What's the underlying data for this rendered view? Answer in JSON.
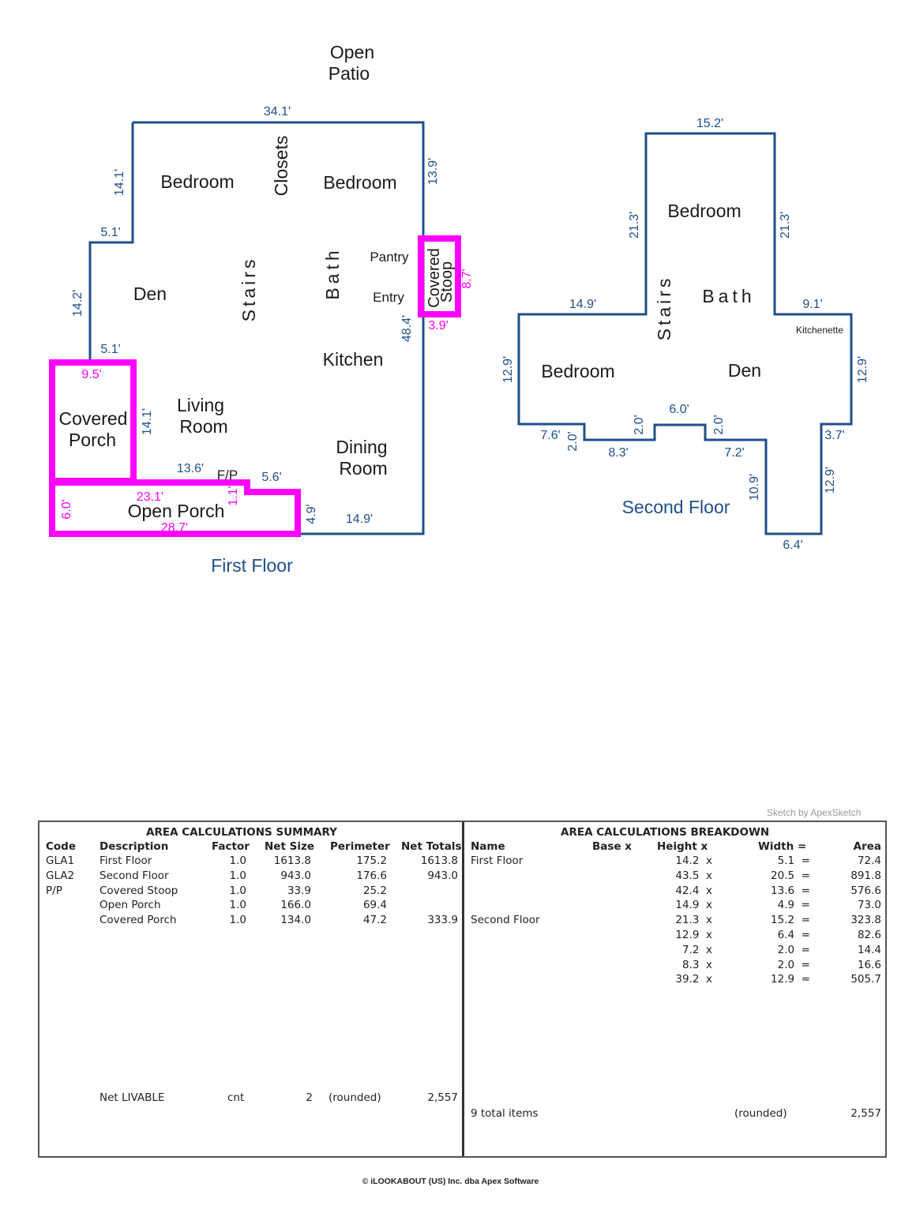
{
  "colors": {
    "wall": "#1f4e8a",
    "outdoor": "#ff00ff",
    "room_text": "#1a1a1a",
    "dim_text": "#1f4e8a"
  },
  "plan": {
    "open_patio": [
      "Open",
      "Patio"
    ],
    "first_floor": {
      "caption": "First Floor",
      "rooms": {
        "bedroom_left": "Bedroom",
        "closets": "Closets",
        "bedroom_right": "Bedroom",
        "den": "Den",
        "stairs": "Stairs",
        "bath": "Bath",
        "pantry": "Pantry",
        "entry": "Entry",
        "kitchen": "Kitchen",
        "living": [
          "Living",
          "Room"
        ],
        "dining": [
          "Dining",
          "Room"
        ],
        "fp": "F/P"
      },
      "outdoor": {
        "covered_porch": [
          "Covered",
          "Porch"
        ],
        "open_porch": "Open Porch",
        "covered_stoop": [
          "Covered",
          "Stoop"
        ]
      },
      "dims": {
        "top": "34.1'",
        "right_top": "13.9'",
        "left_top": "14.1'",
        "step_top": "5.1'",
        "left_mid": "14.2'",
        "step_mid": "5.1'",
        "right_long": "48.4'",
        "left_porch": "14.1'",
        "fp_left": "13.6'",
        "fp_right": "5.6'",
        "bottom_right": "14.9'",
        "bottom_left": "4.9'"
      },
      "outdoor_dims": {
        "porch_top": "9.5'",
        "open_left": "6.0'",
        "open_top": "23.1'",
        "open_bottom": "28.7'",
        "open_step": "1.1'",
        "stoop_right": "8.7'",
        "stoop_bottom": "3.9'"
      }
    },
    "second_floor": {
      "caption": "Second Floor",
      "rooms": {
        "bedroom_top": "Bedroom",
        "stairs": "Stairs",
        "bath": "Bath",
        "kitchenette": "Kitchenette",
        "bedroom_left": "Bedroom",
        "den": "Den"
      },
      "dims": {
        "top": "15.2'",
        "left_up": "21.3'",
        "right_up": "21.3'",
        "ledge_left": "14.9'",
        "ledge_right": "9.1'",
        "far_left": "12.9'",
        "far_right": "12.9'",
        "b1": "7.6'",
        "b1v": "2.0'",
        "b2": "8.3'",
        "b2v": "2.0'",
        "b3": "6.0'",
        "b4v": "2.0'",
        "b4": "7.2'",
        "tail_left": "10.9'",
        "tail_bottom": "6.4'",
        "tail_right": "12.9'",
        "step_right": "3.7'"
      }
    }
  },
  "credit": "Sketch by ApexSketch",
  "summary": {
    "title": "AREA CALCULATIONS SUMMARY",
    "headers": [
      "Code",
      "Description",
      "Factor",
      "Net Size",
      "Perimeter",
      "Net Totals"
    ],
    "rows": [
      [
        "GLA1",
        "First Floor",
        "1.0",
        "1613.8",
        "175.2",
        "1613.8"
      ],
      [
        "GLA2",
        "Second Floor",
        "1.0",
        "943.0",
        "176.6",
        "943.0"
      ],
      [
        "P/P",
        "Covered Stoop",
        "1.0",
        "33.9",
        "25.2",
        ""
      ],
      [
        "",
        "Open Porch",
        "1.0",
        "166.0",
        "69.4",
        ""
      ],
      [
        "",
        "Covered Porch",
        "1.0",
        "134.0",
        "47.2",
        "333.9"
      ]
    ],
    "footer": [
      "Net LIVABLE",
      "cnt",
      "2",
      "(rounded)",
      "2,557"
    ]
  },
  "breakdown": {
    "title": "AREA CALCULATIONS BREAKDOWN",
    "headers": [
      "Name",
      "Base  x",
      "Height  x",
      "Width  =",
      "Area"
    ],
    "rows": [
      [
        "First Floor",
        "",
        "14.2  x",
        "5.1  =",
        "72.4"
      ],
      [
        "",
        "",
        "43.5  x",
        "20.5  =",
        "891.8"
      ],
      [
        "",
        "",
        "42.4  x",
        "13.6  =",
        "576.6"
      ],
      [
        "",
        "",
        "14.9  x",
        "4.9  =",
        "73.0"
      ],
      [
        "Second Floor",
        "",
        "21.3  x",
        "15.2  =",
        "323.8"
      ],
      [
        "",
        "",
        "12.9  x",
        "6.4  =",
        "82.6"
      ],
      [
        "",
        "",
        "7.2  x",
        "2.0  =",
        "14.4"
      ],
      [
        "",
        "",
        "8.3  x",
        "2.0  =",
        "16.6"
      ],
      [
        "",
        "",
        "39.2  x",
        "12.9  =",
        "505.7"
      ]
    ],
    "footer": [
      "9 total items",
      "(rounded)",
      "2,557"
    ]
  },
  "copyright": "© iLOOKABOUT (US) Inc. dba Apex Software"
}
